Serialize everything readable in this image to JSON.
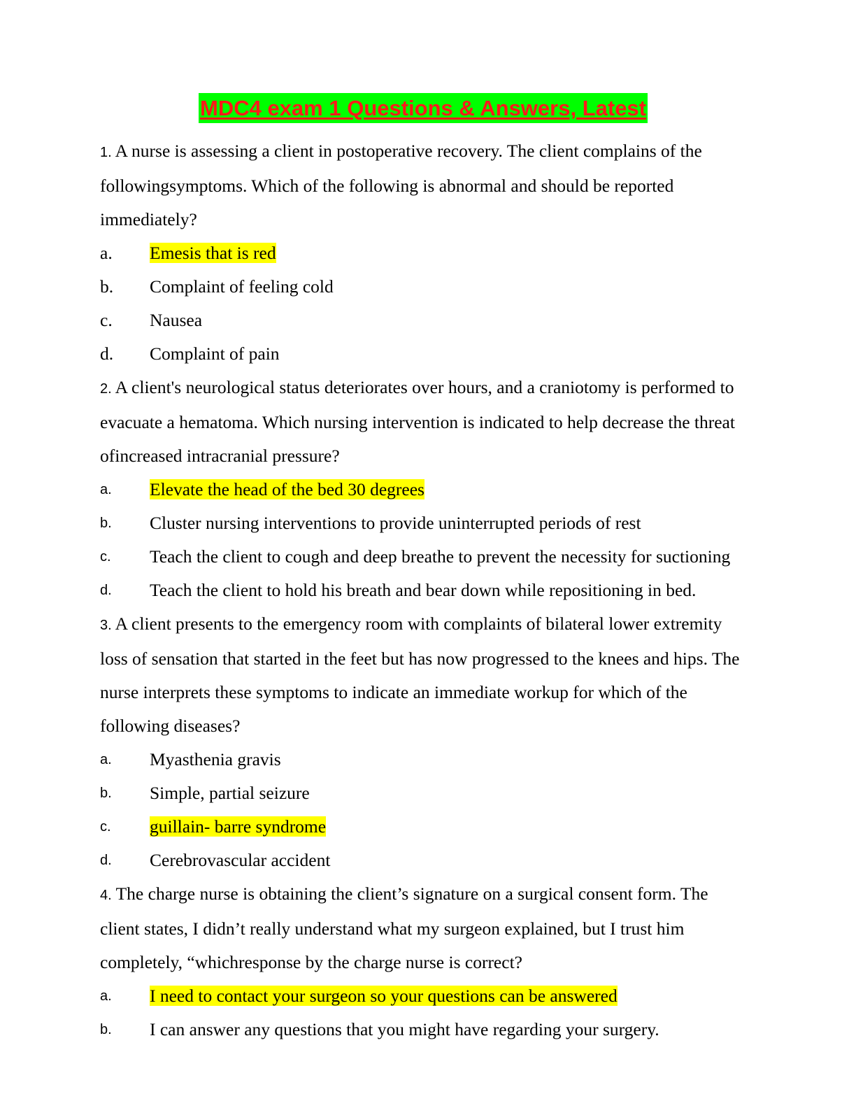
{
  "title": "MDC4 exam 1 Questions & Answers, Latest",
  "colors": {
    "title_text": "#ff1a1a",
    "title_highlight": "#00ff00",
    "answer_highlight": "#ffff00"
  },
  "questions": [
    {
      "number": "1.",
      "text": "A nurse is assessing a client in postoperative recovery. The client complains of the followingsymptoms. Which of the following is abnormal and should be reported immediately?",
      "options": [
        {
          "letter": "a.",
          "text": "Emesis that is red",
          "highlighted": true
        },
        {
          "letter": "b.",
          "text": "Complaint of feeling cold",
          "highlighted": false
        },
        {
          "letter": "c.",
          "text": "Nausea",
          "highlighted": false
        },
        {
          "letter": "d.",
          "text": "Complaint of pain",
          "highlighted": false
        }
      ]
    },
    {
      "number": "2.",
      "text": "A client's neurological status deteriorates over hours, and a craniotomy is performed to evacuate a hematoma. Which nursing intervention is indicated to help decrease the threat ofincreased intracranial pressure?",
      "options": [
        {
          "letter": "a.",
          "text": "Elevate the head of the bed 30 degrees",
          "highlighted": true
        },
        {
          "letter": "b.",
          "text": "Cluster nursing interventions to provide uninterrupted periods of rest",
          "highlighted": false
        },
        {
          "letter": "c.",
          "text": "Teach the client to cough and deep breathe to prevent the necessity for suctioning",
          "highlighted": false
        },
        {
          "letter": "d.",
          "text": "Teach the client to hold his breath and bear down while repositioning in bed.",
          "highlighted": false
        }
      ]
    },
    {
      "number": "3.",
      "text": "A client presents to the emergency room with complaints of bilateral lower extremity loss of sensation that started in the feet but has now progressed to the knees and hips. The nurse interprets these symptoms to indicate an immediate workup for which of the following diseases?",
      "options": [
        {
          "letter": "a.",
          "text": "Myasthenia gravis",
          "highlighted": false
        },
        {
          "letter": "b.",
          "text": "Simple, partial seizure",
          "highlighted": false
        },
        {
          "letter": "c.",
          "text": "guillain- barre syndrome",
          "highlighted": true
        },
        {
          "letter": "d.",
          "text": "Cerebrovascular accident",
          "highlighted": false
        }
      ]
    },
    {
      "number": "4.",
      "text": "The charge nurse is obtaining the client’s signature on a surgical consent form. The client states, I didn’t really understand what my surgeon explained, but I trust him completely, “whichresponse by the charge nurse is correct?",
      "options": [
        {
          "letter": "a.",
          "text": "I need to contact your surgeon so your questions can be answered",
          "highlighted": true
        },
        {
          "letter": "b.",
          "text": "I can answer any questions that you might have regarding your surgery.",
          "highlighted": false
        }
      ]
    }
  ]
}
